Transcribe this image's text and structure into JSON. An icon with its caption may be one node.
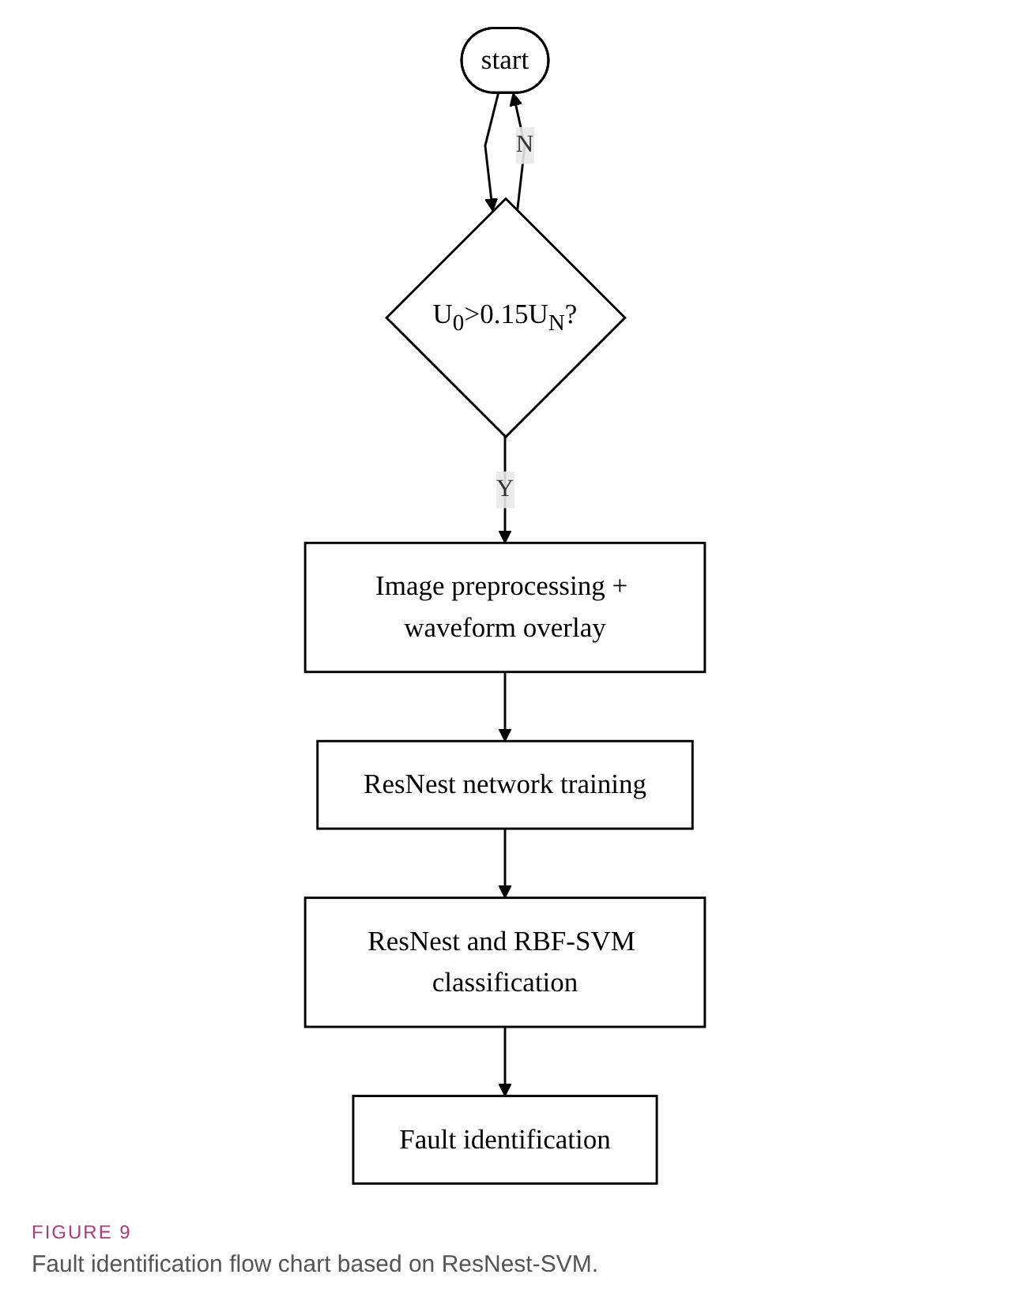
{
  "diagram": {
    "caption": "Fault identification flow chart based on ResNest-SVM.",
    "nodes": [
      {
        "text": [
          "start"
        ]
      },
      {
        "text": [
          "U$_{0}$>0.15U$_{N}$?"
        ]
      },
      {
        "text": [
          "Image preprocessing + waveform overlay"
        ]
      },
      {
        "text": [
          "ResNest network training"
        ]
      },
      {
        "text": [
          "ResNest and RBF-SVM classification"
        ]
      },
      {
        "text": [
          "Fault identification"
        ]
      }
    ],
    "edges": [
      {
        "from": 0,
        "to": 1,
        "arrow": "to"
      },
      {
        "from": 1,
        "to": 0,
        "arrow": "to",
        "label": "N"
      },
      {
        "from": 1,
        "to": 2,
        "arrow": "to",
        "label": "Y"
      },
      {
        "from": 2,
        "to": 3,
        "arrow": "to"
      },
      {
        "from": 3,
        "to": 4,
        "arrow": "to"
      },
      {
        "from": 4,
        "to": 5,
        "arrow": "to"
      }
    ],
    "labels": [
      "FIGURE 9"
    ]
  }
}
